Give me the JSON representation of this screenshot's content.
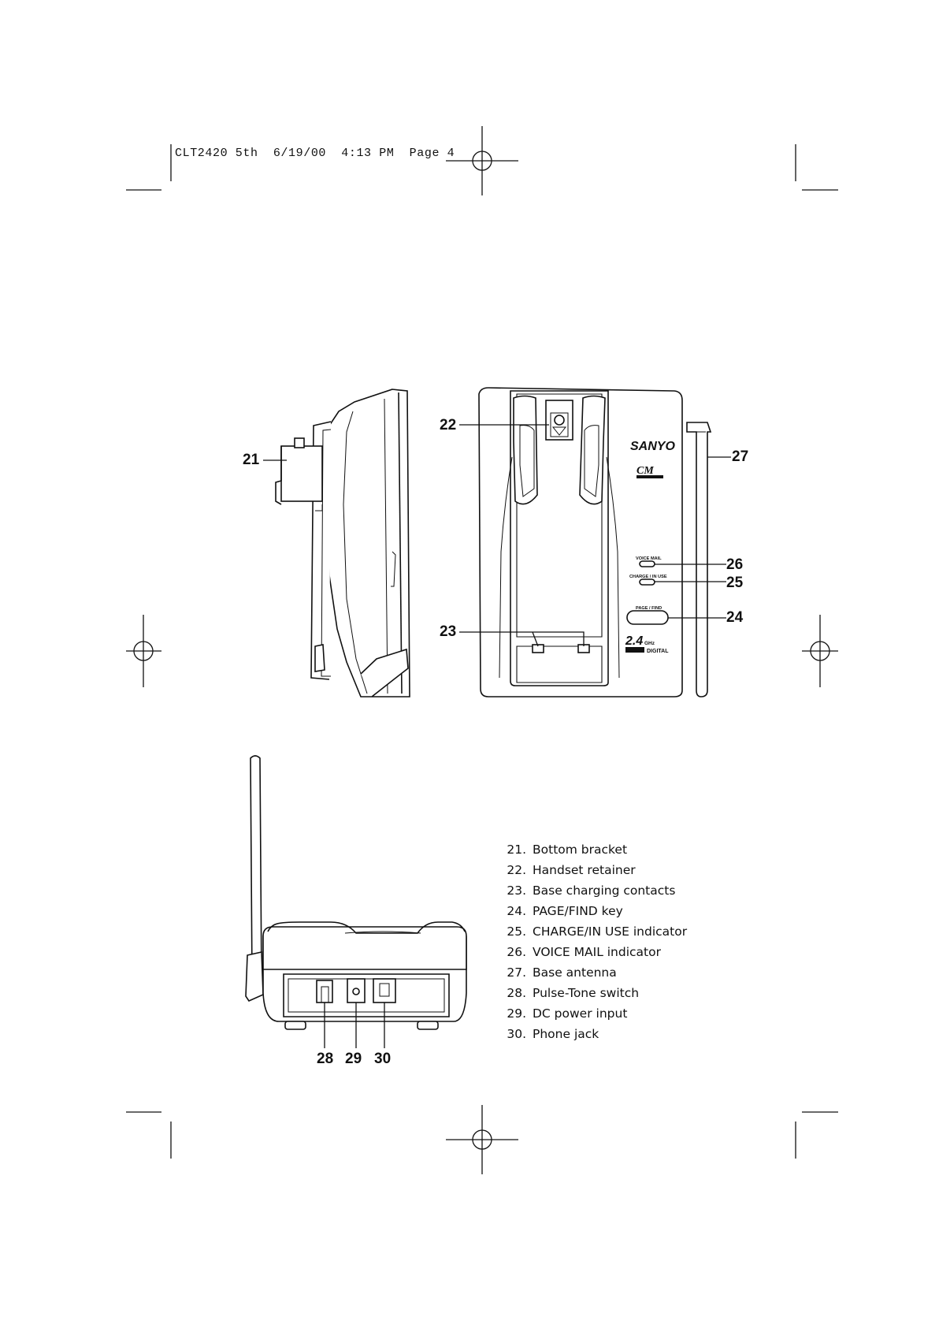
{
  "slug": {
    "file": "CLT2420 5th",
    "date": "6/19/00",
    "time": "4:13 PM",
    "page": "Page 4"
  },
  "device_labels": {
    "brand": "SANYO",
    "voice_mail": "VOICE MAIL",
    "charge_in_use": "CHARGE / IN USE",
    "page_find": "PAGE / FIND",
    "freq": "2.4",
    "freq_unit": "GHz",
    "digital": "DIGITAL"
  },
  "callouts": {
    "c21": "21",
    "c22": "22",
    "c23": "23",
    "c24": "24",
    "c25": "25",
    "c26": "26",
    "c27": "27",
    "c28": "28",
    "c29": "29",
    "c30": "30"
  },
  "parts": [
    {
      "num": "21.",
      "label": "Bottom bracket"
    },
    {
      "num": "22.",
      "label": "Handset retainer"
    },
    {
      "num": "23.",
      "label": "Base charging contacts"
    },
    {
      "num": "24.",
      "label": "PAGE/FIND key"
    },
    {
      "num": "25.",
      "label": "CHARGE/IN USE indicator"
    },
    {
      "num": "26.",
      "label": "VOICE MAIL indicator"
    },
    {
      "num": "27.",
      "label": "Base antenna"
    },
    {
      "num": "28.",
      "label": "Pulse-Tone switch"
    },
    {
      "num": "29.",
      "label": "DC power input"
    },
    {
      "num": "30.",
      "label": "Phone jack"
    }
  ]
}
